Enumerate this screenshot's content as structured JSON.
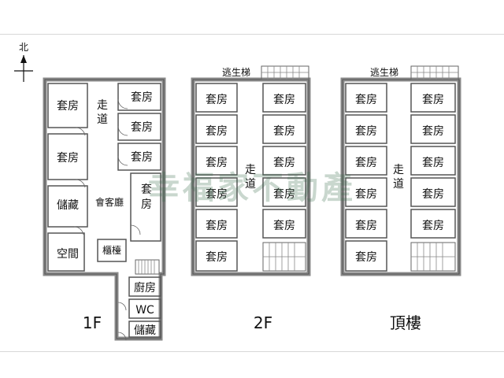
{
  "compass": {
    "label": "北"
  },
  "watermark": "幸福家不動產",
  "floors": [
    {
      "id": "1f",
      "label": "1F",
      "rooms": [
        "套房",
        "套房",
        "儲藏",
        "空間",
        "走道",
        "會客廳",
        "櫃檯",
        "套房",
        "套房",
        "套房",
        "套房",
        "廚房",
        "WC",
        "儲藏"
      ]
    },
    {
      "id": "2f",
      "label": "2F",
      "escape_stair": "逃生梯",
      "corridor": "走道",
      "rooms": [
        "套房",
        "套房",
        "套房",
        "套房",
        "套房",
        "套房",
        "套房",
        "套房",
        "套房",
        "套房",
        "套房"
      ]
    },
    {
      "id": "roof",
      "label": "頂樓",
      "escape_stair": "逃生梯",
      "corridor": "走道",
      "rooms": [
        "套房",
        "套房",
        "套房",
        "套房",
        "套房",
        "套房",
        "套房",
        "套房",
        "套房",
        "套房",
        "套房"
      ]
    }
  ],
  "colors": {
    "wall": "#8a8a8a",
    "wall_fill": "#d0d0d0",
    "line": "#555555",
    "watermark": "#3c6e50"
  }
}
